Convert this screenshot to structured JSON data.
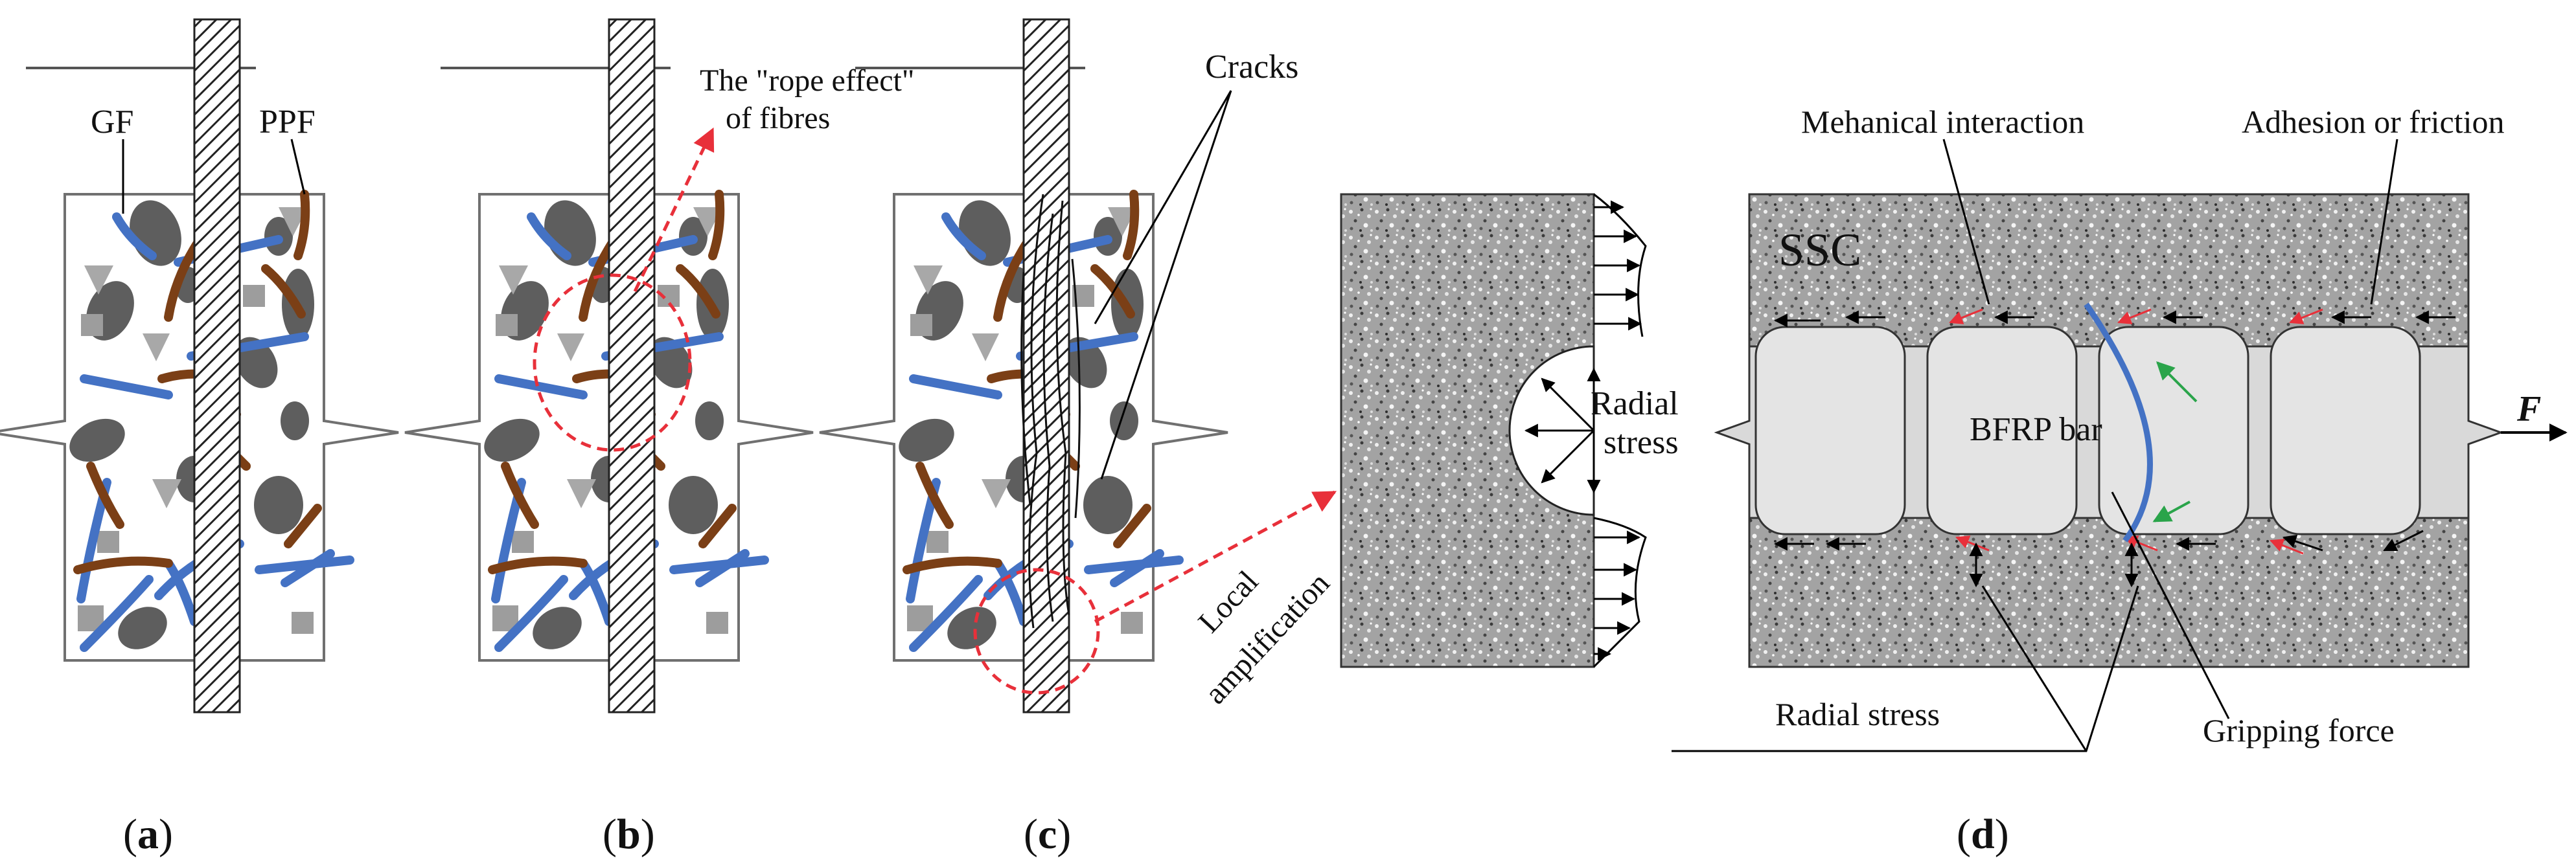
{
  "panels": {
    "a": {
      "caption": "a",
      "label_gf": "GF",
      "label_ppf": "PPF"
    },
    "b": {
      "caption": "b",
      "rope_line1": "The \"rope effect\"",
      "rope_line2": "of fibres"
    },
    "c": {
      "caption": "c",
      "label_cracks": "Cracks",
      "local_line1": "Local",
      "local_line2": "amplification"
    },
    "detail": {
      "radial_line1": "Radial",
      "radial_line2": "stress"
    },
    "d": {
      "caption": "d",
      "mechanical": "Mehanical interaction",
      "adhesion": "Adhesion or friction",
      "ssc": "SSC",
      "bar": "BFRP bar",
      "force": "F",
      "radial": "Radial stress",
      "gripping": "Gripping force"
    }
  },
  "colors": {
    "glass_fibre": "#4472c4",
    "pp_fibre": "#7b3f16",
    "aggregate": "#5e5e5e",
    "crack_path": "#e8303a",
    "green_arrow": "#2aa44a",
    "concrete": "#9a9a9a"
  }
}
